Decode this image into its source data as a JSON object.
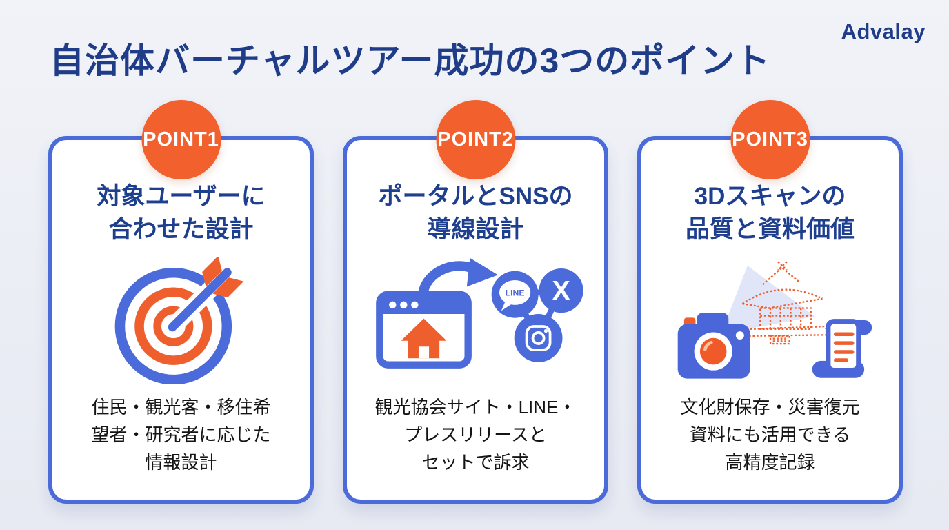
{
  "page": {
    "title": "自治体バーチャルツアー成功の3つのポイント",
    "logo": "Advalay"
  },
  "colors": {
    "background": "#edeff5",
    "card_background": "#ffffff",
    "card_border_blue": "#4a6bd9",
    "badge_orange": "#f2602d",
    "title_navy": "#1f3c88",
    "heading_navy": "#1e3e8e",
    "body_text": "#141414",
    "icon_orange": "#ee5f2d",
    "beam_lavender": "#dbe2f6"
  },
  "cards": [
    {
      "badge": "POINT1",
      "heading": "対象ユーザーに\n合わせた設計",
      "icon": "target-dart-icon",
      "body": "住民・観光客・移住希\n望者・研究者に応じた\n情報設計"
    },
    {
      "badge": "POINT2",
      "heading": "ポータルとSNSの\n導線設計",
      "icon": "portal-to-sns-flow-icon",
      "body": "観光協会サイト・LINE・\nプレスリリースと\nセットで訴求",
      "sns": {
        "line_label": "LINE",
        "x_label": "X"
      }
    },
    {
      "badge": "POINT3",
      "heading": "3Dスキャンの\n品質と資料価値",
      "icon": "3d-scan-archive-icon",
      "body": "文化財保存・災害復元\n資料にも活用できる\n高精度記録"
    }
  ]
}
